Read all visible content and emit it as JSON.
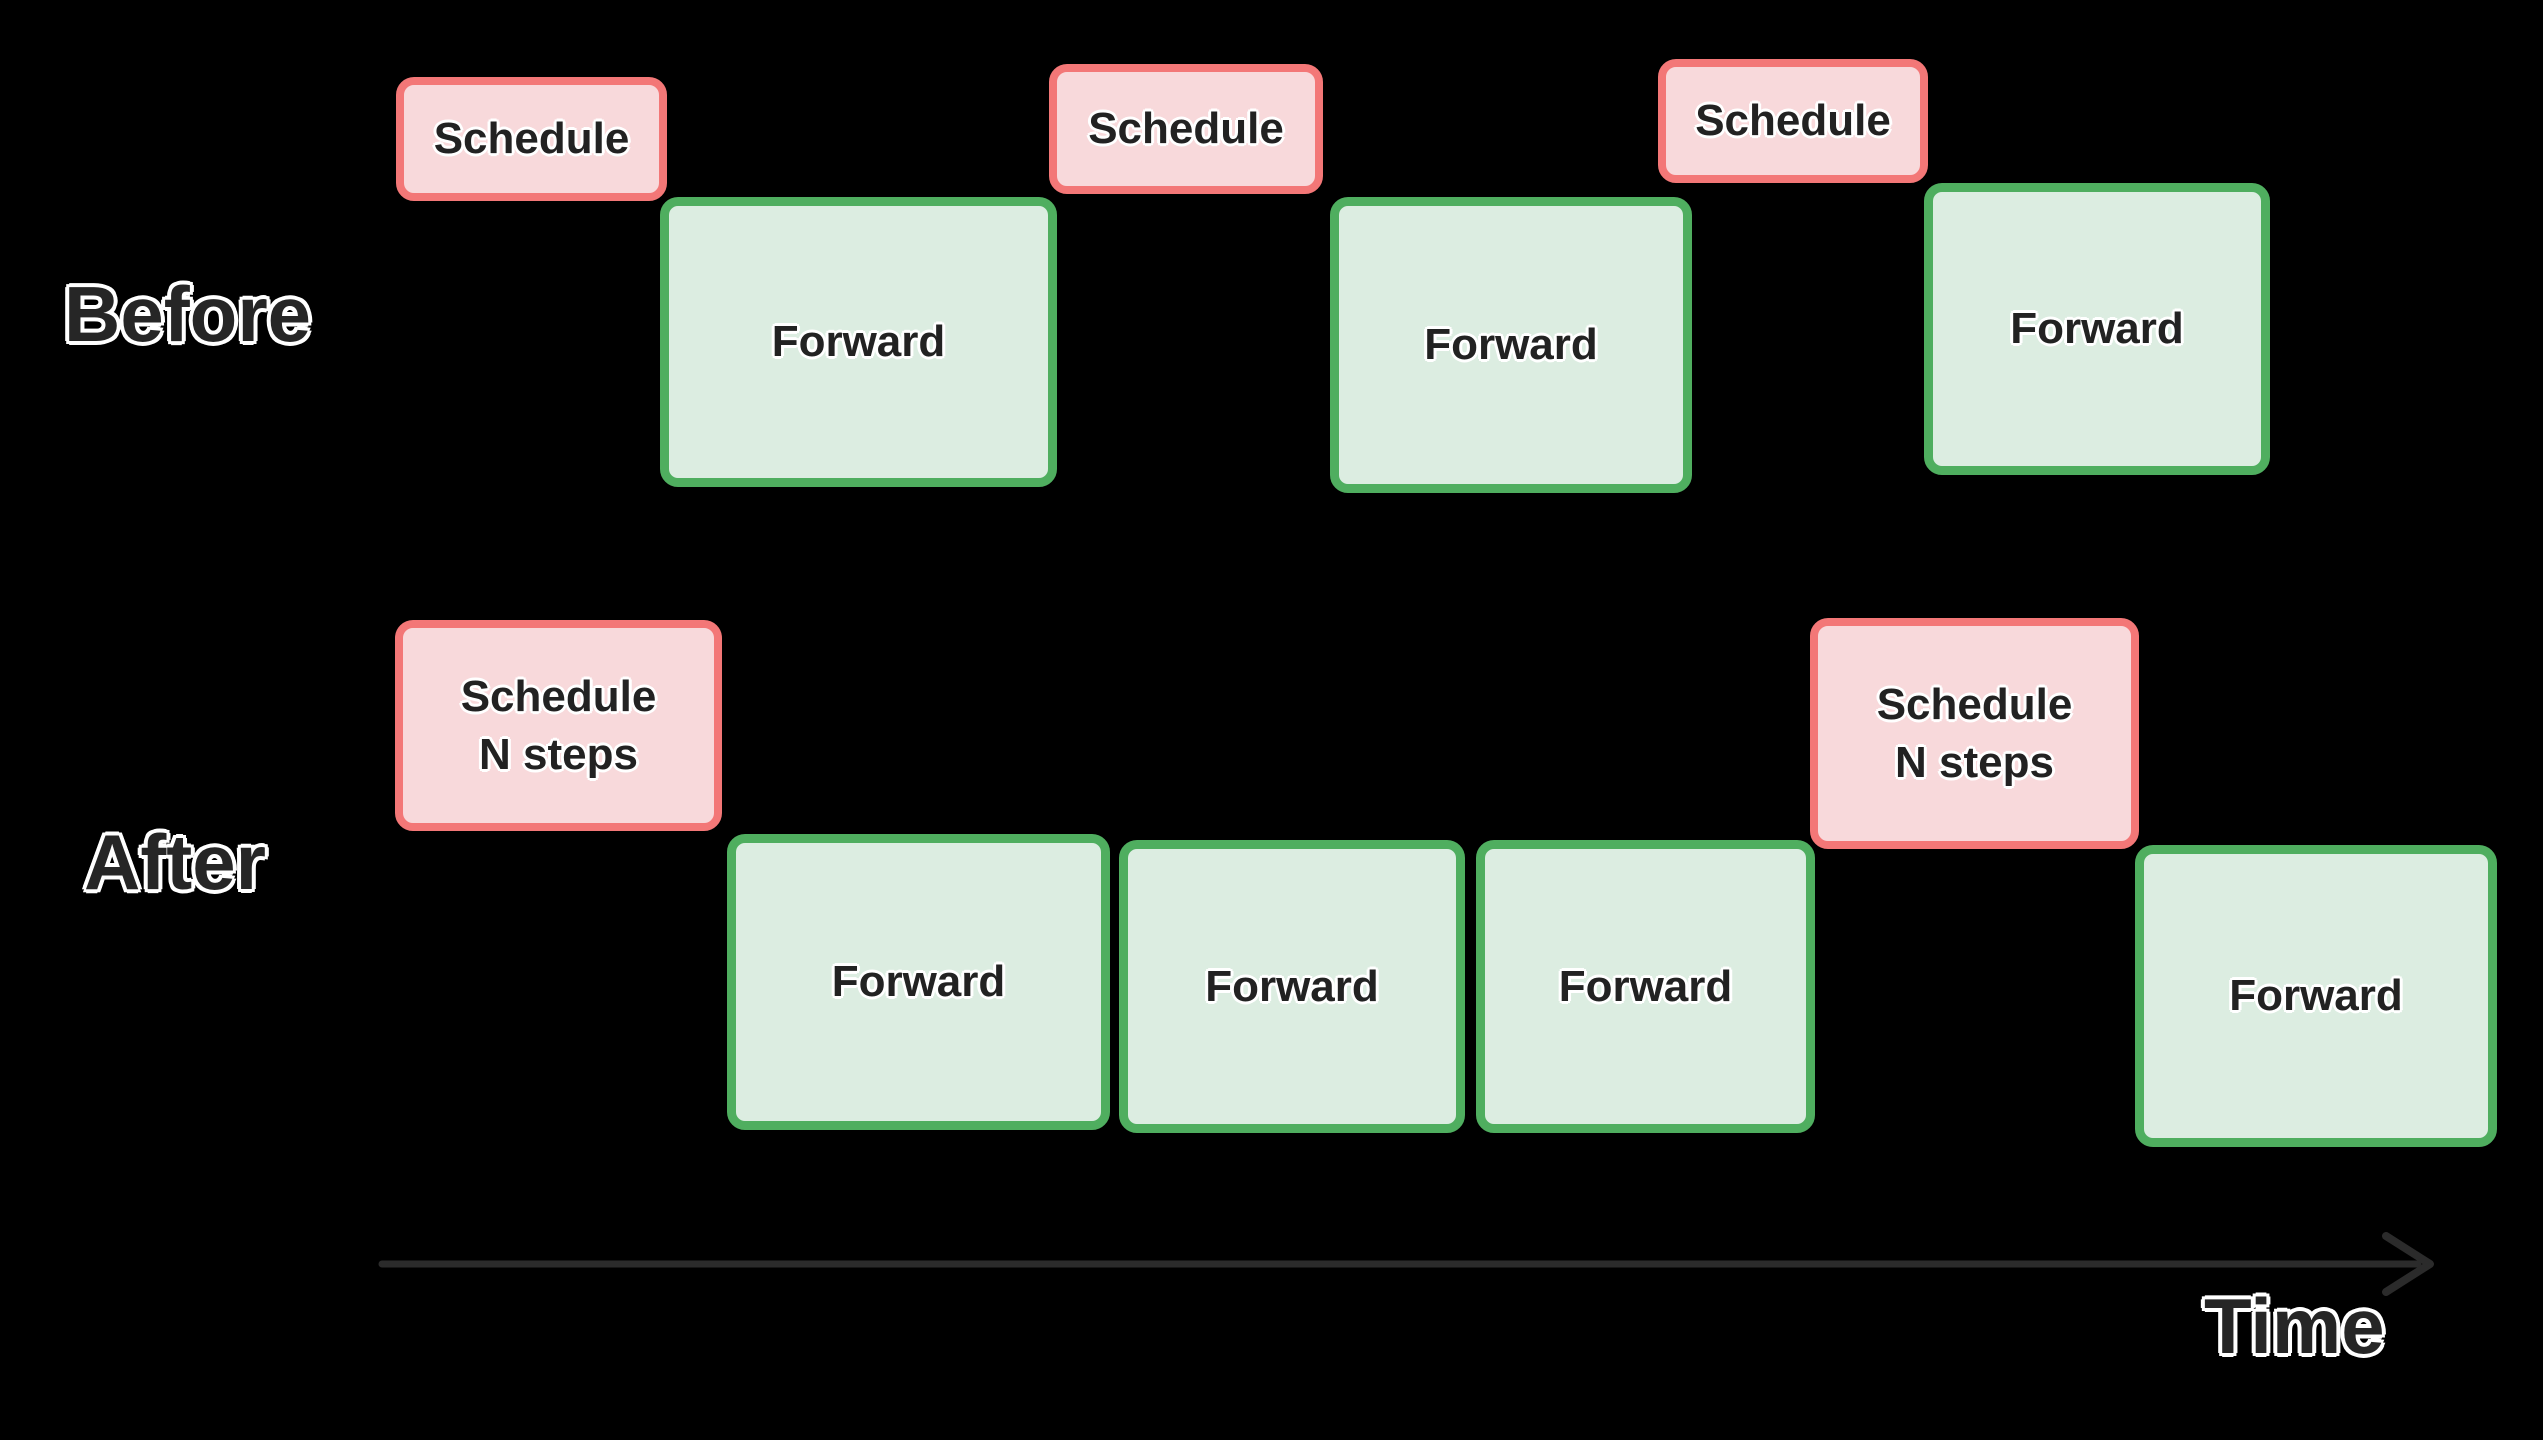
{
  "labels": {
    "before": "Before",
    "after": "After",
    "time": "Time"
  },
  "boxes": {
    "before": [
      {
        "kind": "schedule",
        "lines": [
          "Schedule"
        ]
      },
      {
        "kind": "forward",
        "lines": [
          "Forward"
        ]
      },
      {
        "kind": "schedule",
        "lines": [
          "Schedule"
        ]
      },
      {
        "kind": "forward",
        "lines": [
          "Forward"
        ]
      },
      {
        "kind": "schedule",
        "lines": [
          "Schedule"
        ]
      },
      {
        "kind": "forward",
        "lines": [
          "Forward"
        ]
      }
    ],
    "after": [
      {
        "kind": "schedule",
        "lines": [
          "Schedule",
          "N steps"
        ]
      },
      {
        "kind": "forward",
        "lines": [
          "Forward"
        ]
      },
      {
        "kind": "forward",
        "lines": [
          "Forward"
        ]
      },
      {
        "kind": "forward",
        "lines": [
          "Forward"
        ]
      },
      {
        "kind": "schedule",
        "lines": [
          "Schedule",
          "N steps"
        ]
      },
      {
        "kind": "forward",
        "lines": [
          "Forward"
        ]
      }
    ]
  },
  "colors": {
    "background": "#000000",
    "schedule_fill": "#f8d9db",
    "schedule_border": "#f37777",
    "forward_fill": "#dcede1",
    "forward_border": "#4fae5f",
    "box_text": "#222222",
    "label_text": "#262626",
    "text_halo": "#ffffff",
    "axis_color": "#2b2b2b"
  }
}
